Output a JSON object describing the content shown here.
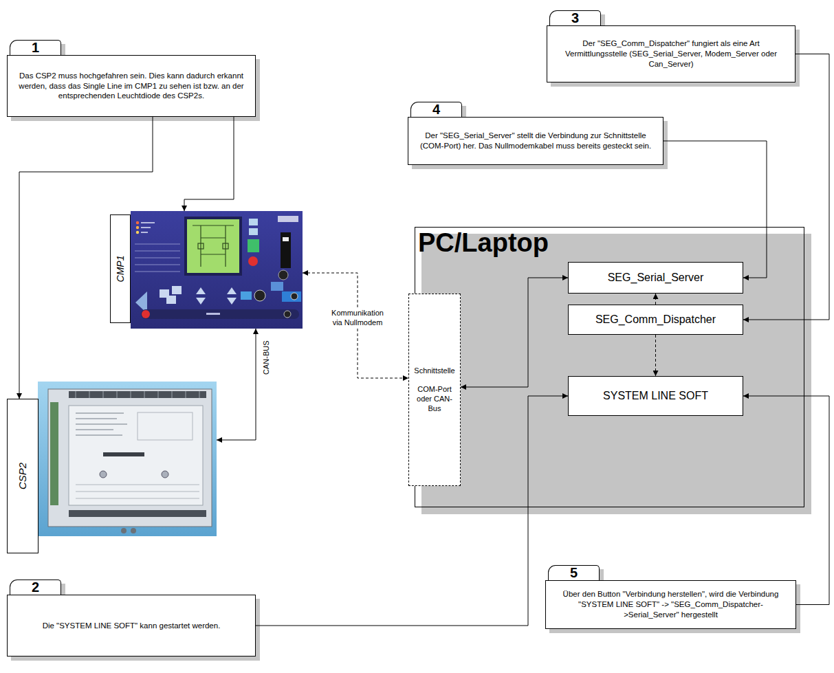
{
  "diagram": {
    "nodes": [
      {
        "text": [
          "1",
          "Das CSP2 muss hochgefahren sein. Dies kann dadurch erkannt werden, dass das Single Line im CMP1 zu sehen ist bzw. an der entsprechenden Leuchtdiode des CSP2s."
        ]
      },
      {
        "text": [
          "2",
          "Die \"SYSTEM LINE SOFT\" kann gestartet werden."
        ]
      },
      {
        "text": [
          "3",
          "Der \"SEG_Comm_Dispatcher\" fungiert als eine Art Vermittlungsstelle (SEG_Serial_Server, Modem_Server oder Can_Server)"
        ]
      },
      {
        "text": [
          "4",
          "Der \"SEG_Serial_Server\" stellt die Verbindung zur Schnittstelle (COM-Port) her. Das Nullmodemkabel muss bereits gesteckt sein."
        ]
      },
      {
        "text": [
          "5",
          "Über den Button \"Verbindung herstellen\", wird die Verbindung \"SYSTEM LINE SOFT\" -> \"SEG_Comm_Dispatcher->Serial_Server\" hergestellt"
        ]
      },
      {
        "text": [
          "CMP1"
        ]
      },
      {
        "text": [
          "CSP2"
        ]
      },
      {
        "text": [
          "PC/Laptop"
        ]
      },
      {
        "text": [
          "Schnittstelle",
          "COM-Port oder CAN-Bus"
        ],
        "in": 7
      },
      {
        "text": [
          "SEG_Serial_Server"
        ],
        "in": 7
      },
      {
        "text": [
          "SEG_Comm_Dispatcher"
        ],
        "in": 7
      },
      {
        "text": [
          "SYSTEM LINE SOFT"
        ],
        "in": 7
      }
    ],
    "edges": [
      {
        "from": 0,
        "to": 6,
        "arrow": "to"
      },
      {
        "from": 0,
        "to": 5,
        "arrow": "to"
      },
      {
        "from": 5,
        "to": 6,
        "label": "CAN-BUS",
        "arrow": "both"
      },
      {
        "from": 5,
        "to": 8,
        "label": "Kommunikation via Nullmodem",
        "arrow": "both"
      },
      {
        "from": 8,
        "to": 9,
        "arrow": "both"
      },
      {
        "from": 3,
        "to": 9,
        "arrow": "to"
      },
      {
        "from": 2,
        "to": 10,
        "arrow": "to"
      },
      {
        "from": 4,
        "to": 11,
        "arrow": "to"
      },
      {
        "from": 10,
        "to": 9,
        "arrow": "to"
      },
      {
        "from": 10,
        "to": 11,
        "arrow": "to"
      },
      {
        "from": 1,
        "to": 11,
        "arrow": "to"
      }
    ]
  }
}
